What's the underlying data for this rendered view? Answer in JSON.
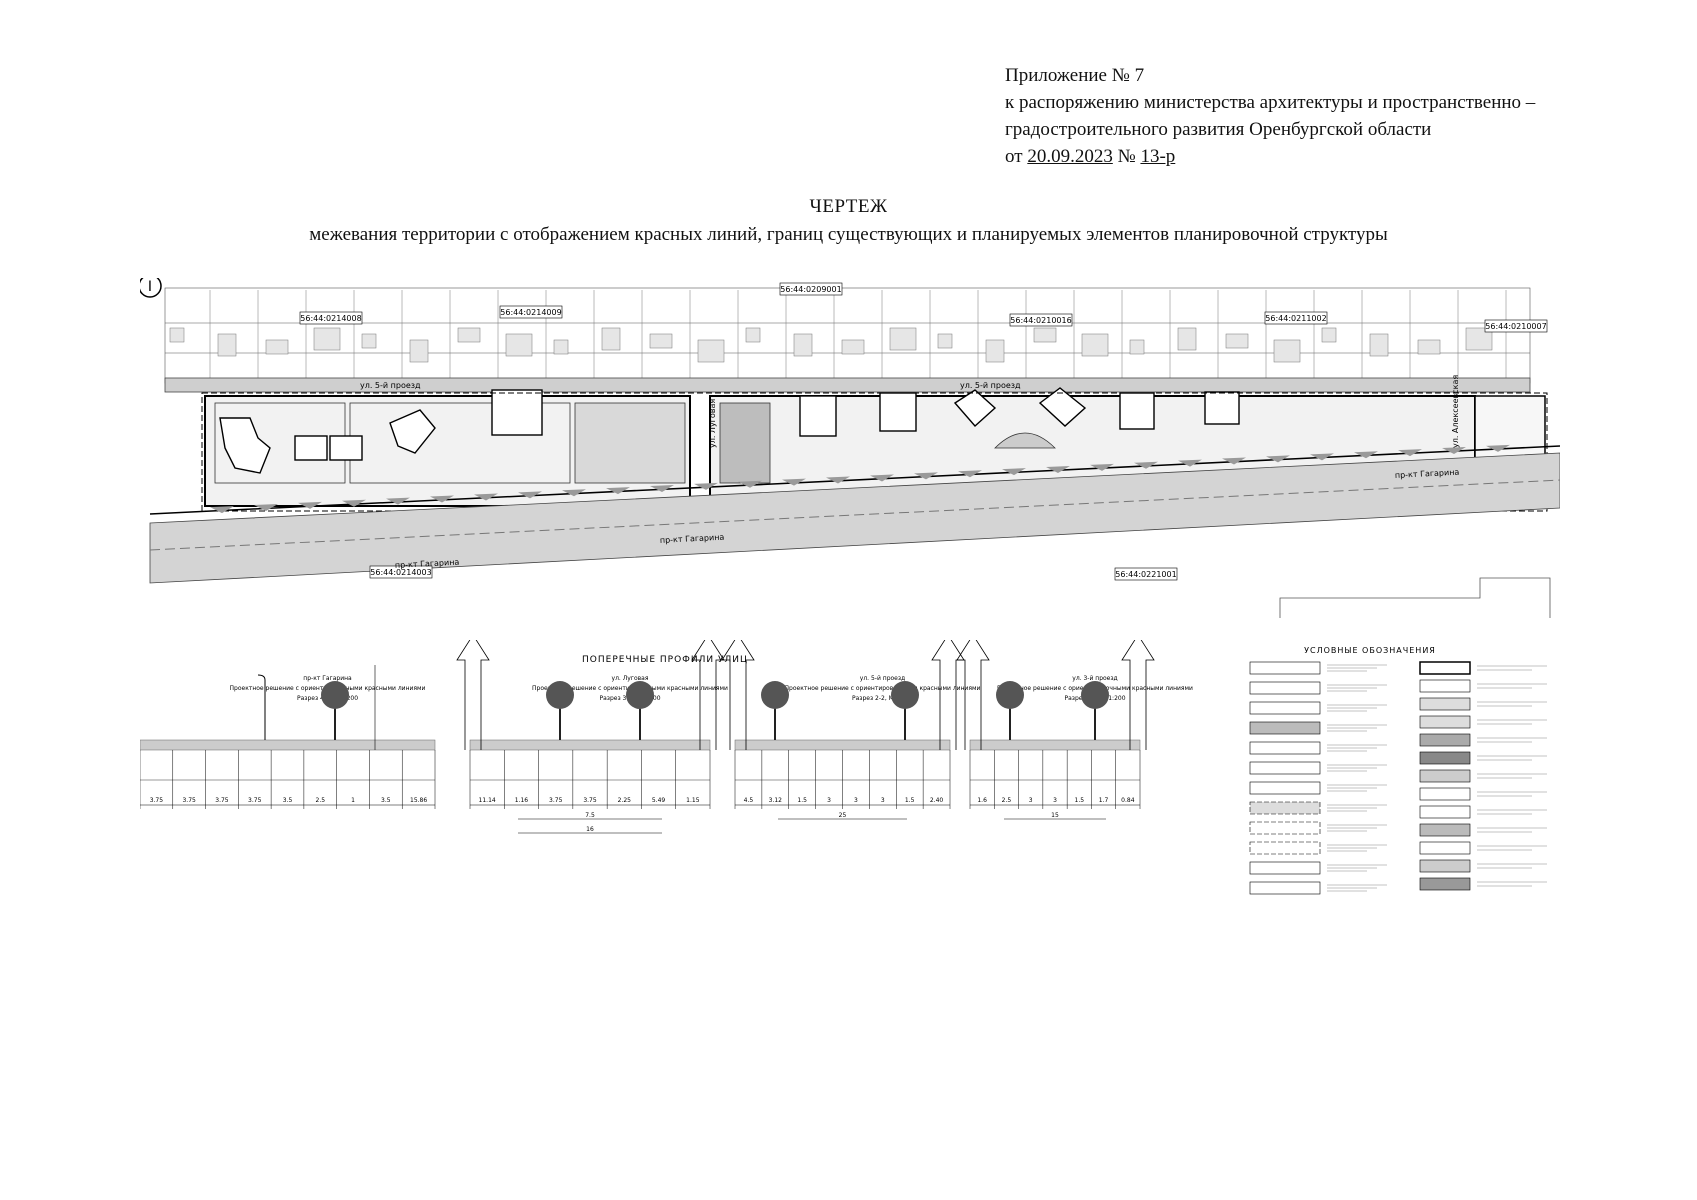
{
  "annex": {
    "line1": "Приложение № 7",
    "line2": "к распоряжению министерства архитектуры и пространственно –",
    "line3": "градостроительного развития Оренбургской области",
    "line4_prefix": "от ",
    "line4_date": "20.09.2023",
    "line4_mid": " № ",
    "line4_num": "13-р"
  },
  "title": {
    "main": "ЧЕРТЕЖ",
    "sub": "межевания территории с отображением красных линий, границ существующих и планируемых элементов планировочной структуры"
  },
  "plan": {
    "north_mark": "I",
    "cadastral_labels": [
      "56:44:0214008",
      "56:44:0214009",
      "56:44:0209001",
      "56:44:0210016",
      "56:44:0211002",
      "56:44:0210007",
      "56:44:0214003",
      "56:44:0221001"
    ],
    "street_labels": [
      "ул. 5-й проезд",
      "ул. 5-й проезд",
      "пр-кт Гагарина",
      "пр-кт Гагарина",
      "пр-кт Гагарина",
      "ул. Луговая",
      "ул. Алексеевская"
    ]
  },
  "sections": {
    "heading": "ПОПЕРЕЧНЫЕ ПРОФИЛИ УЛИЦ",
    "profiles": [
      {
        "name": "пр-кт Гагарина",
        "desc": "Проектное решение с ориентировочными красными линиями",
        "scale": "Разрез 4-4, М 1:200",
        "dims": [
          "3.75",
          "3.75",
          "3.75",
          "3.75",
          "3.5",
          "2.5",
          "1",
          "3.5",
          "15.86"
        ]
      },
      {
        "name": "ул. Луговая",
        "desc": "Проектное решение с ориентировочными красными линиями",
        "scale": "Разрез 3-3, М 1:200",
        "dims": [
          "11.14",
          "1.16",
          "3.75",
          "3.75",
          "2.25",
          "5.49",
          "1.15"
        ],
        "totals": [
          "7.5",
          "16"
        ]
      },
      {
        "name": "ул. 5-й проезд",
        "desc": "Проектное решение с ориентировочными красными линиями",
        "scale": "Разрез 2-2, М 1:200",
        "dims": [
          "4.5",
          "3.12",
          "1.5",
          "3",
          "3",
          "3",
          "1.5",
          "2.40"
        ],
        "totals": [
          "25"
        ]
      },
      {
        "name": "ул. 3-й проезд",
        "desc": "Проектное решение с ориентировочными красными линиями",
        "scale": "Разрез 1-1, М 1:200",
        "dims": [
          "1.6",
          "2.5",
          "3",
          "3",
          "1.5",
          "1.7",
          "0.84"
        ],
        "totals": [
          "15"
        ]
      }
    ]
  },
  "legend": {
    "heading": "УСЛОВНЫЕ ОБОЗНАЧЕНИЯ"
  }
}
